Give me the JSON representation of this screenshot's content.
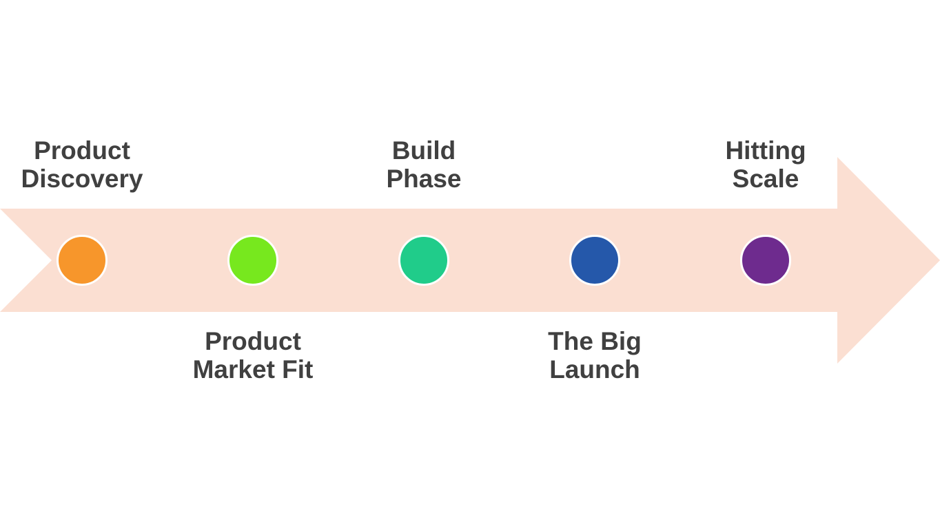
{
  "diagram": {
    "arrow_color": "#fbdfd2",
    "stages": [
      {
        "line1": "Product",
        "line2": "Discovery",
        "color": "#f7962b",
        "label_position": "above"
      },
      {
        "line1": "Product",
        "line2": "Market Fit",
        "color": "#77e81e",
        "label_position": "below"
      },
      {
        "line1": "Build",
        "line2": "Phase",
        "color": "#20cc8a",
        "label_position": "above"
      },
      {
        "line1": "The Big",
        "line2": "Launch",
        "color": "#2558aa",
        "label_position": "below"
      },
      {
        "line1": "Hitting",
        "line2": "Scale",
        "color": "#6e2b8e",
        "label_position": "above"
      }
    ]
  }
}
